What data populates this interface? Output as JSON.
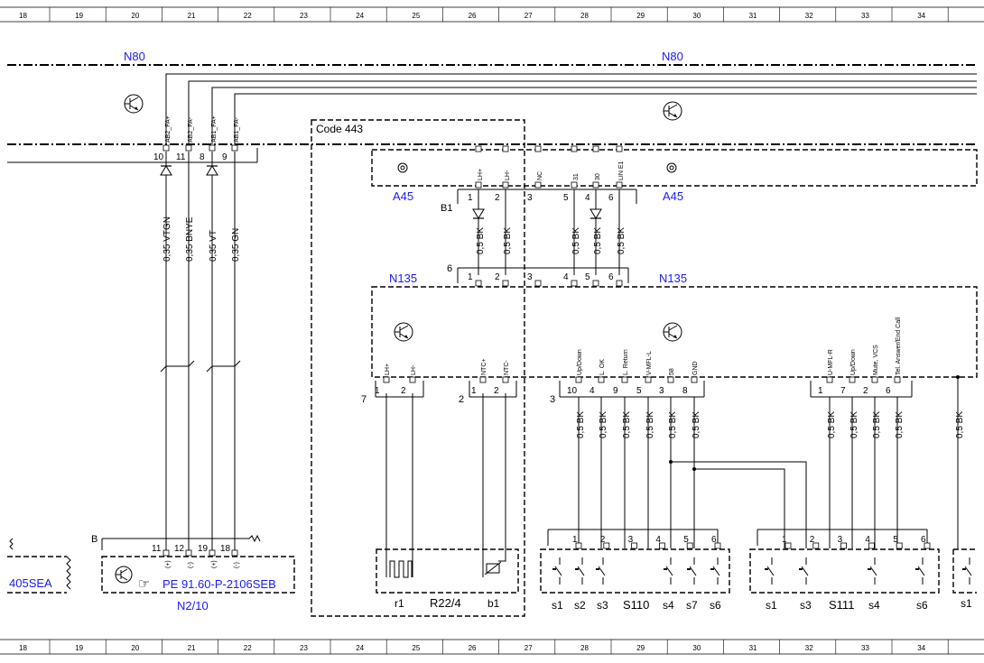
{
  "ruler": {
    "cols": [
      "18",
      "19",
      "20",
      "21",
      "22",
      "23",
      "24",
      "25",
      "26",
      "27",
      "28",
      "29",
      "30",
      "31",
      "32",
      "33",
      "34"
    ]
  },
  "components": {
    "N80_left": "N80",
    "N80_right": "N80",
    "A45_left": "A45",
    "A45_right": "A45",
    "N135_left": "N135",
    "N135_right": "N135",
    "N2_10": "N2/10",
    "R22_4": "R22/4",
    "S110": "S110",
    "S111": "S111",
    "code": "Code 443",
    "ref_405": "405SEA",
    "ref_pe": "PE 91.60-P-2106SEB"
  },
  "n80_pins": [
    {
      "label": "AB2_FA+",
      "num": "10",
      "wire": "0,35 VTGN"
    },
    {
      "label": "AB2_FA-",
      "num": "11",
      "wire": "0,35 BNYE"
    },
    {
      "label": "AB1_FA+",
      "num": "8",
      "wire": "0,35 VT"
    },
    {
      "label": "AB1_FA-",
      "num": "9",
      "wire": "0,35 GN"
    }
  ],
  "n2_pins": [
    {
      "num": "11",
      "sign": "(+)"
    },
    {
      "num": "12",
      "sign": "(-)"
    },
    {
      "num": "19",
      "sign": "(+)"
    },
    {
      "num": "18",
      "sign": "(-)"
    }
  ],
  "a45_pins": [
    {
      "label": "LH+",
      "num": "1"
    },
    {
      "label": "LH-",
      "num": "2"
    },
    {
      "label": "NC",
      "num": "3"
    },
    {
      "label": "31",
      "num": "5"
    },
    {
      "label": "30",
      "num": "4"
    },
    {
      "label": "LIN E1",
      "num": "6"
    }
  ],
  "a45_wires": [
    "0,5 BK",
    "0,5 BK",
    "0,5 BK",
    "0,5 BK",
    "0,5 BK"
  ],
  "conn_labels": {
    "b1": "B1",
    "six": "6",
    "seven": "7",
    "two": "2",
    "three": "3",
    "b": "B"
  },
  "n135_top_pins": [
    "1",
    "2",
    "3",
    "4",
    "5",
    "6"
  ],
  "n135_pins_a": [
    {
      "label": "LH+",
      "num": "1"
    },
    {
      "label": "LH-",
      "num": "2"
    }
  ],
  "n135_pins_b": [
    {
      "label": "NTC+",
      "num": "1"
    },
    {
      "label": "NTC-",
      "num": "2"
    }
  ],
  "n135_pins_c": [
    {
      "label": "Up/Down",
      "num": "10"
    },
    {
      "label": "L. OK",
      "num": "4"
    },
    {
      "label": "L. Return",
      "num": "9"
    },
    {
      "label": "V-MFL-L",
      "num": "5"
    },
    {
      "label": "58",
      "num": "3"
    },
    {
      "label": "GND",
      "num": "8"
    }
  ],
  "n135_pins_d": [
    {
      "label": "U-MFL-R",
      "num": "1"
    },
    {
      "label": "Up/Down",
      "num": "7"
    },
    {
      "label": "Mute, VCS",
      "num": "2"
    },
    {
      "label": "Tel. Answer/End Call",
      "num": "6"
    }
  ],
  "lower_wire": "0,5 BK",
  "r22_labels": [
    "r1",
    "b1"
  ],
  "s110_pins": [
    "1",
    "2",
    "3",
    "4",
    "5",
    "6"
  ],
  "s110_labels": [
    "s1",
    "s2",
    "s3",
    "s4",
    "s7",
    "s6"
  ],
  "s111_pins": [
    "1",
    "2",
    "3",
    "4",
    "5",
    "6"
  ],
  "s111_labels": [
    "s1",
    "s3",
    "s4",
    "s6"
  ],
  "edge_label": "s1"
}
